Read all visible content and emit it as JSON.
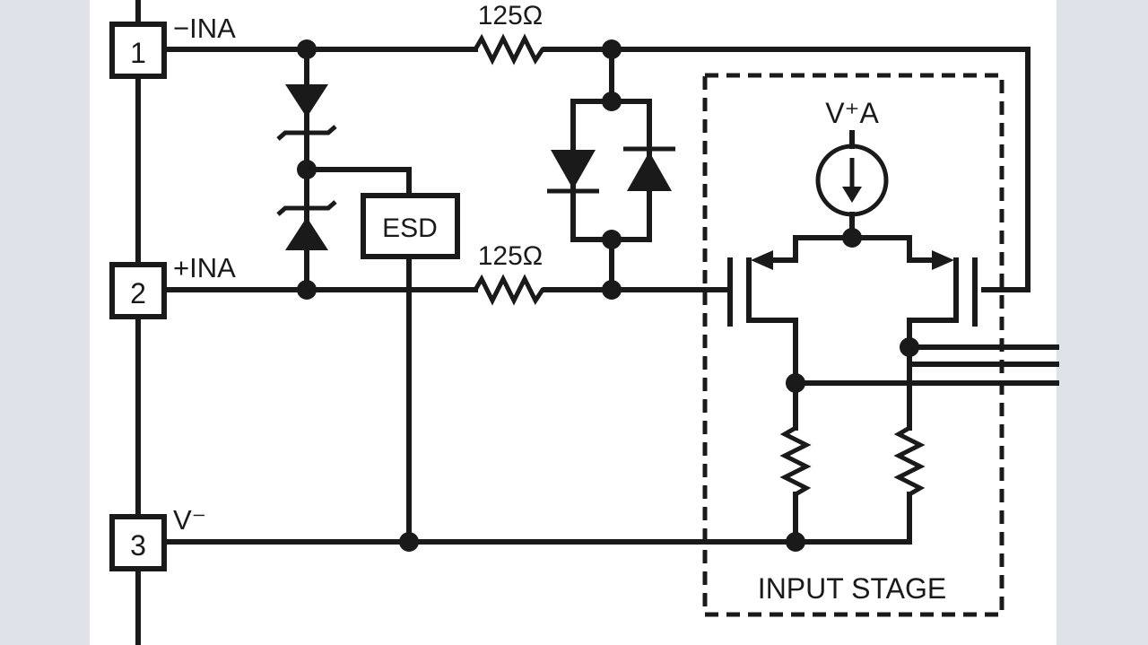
{
  "pins": [
    {
      "number": "1",
      "label": "−INA"
    },
    {
      "number": "2",
      "label": "+INA"
    },
    {
      "number": "3",
      "label": "V⁻"
    }
  ],
  "resistors": {
    "top": "125Ω",
    "bottom": "125Ω"
  },
  "esd_label": "ESD",
  "supply_label": "V⁺A",
  "input_stage_label": "INPUT STAGE",
  "colors": {
    "background": "#dfe2e8",
    "paper": "#ffffff",
    "ink": "#1a1a1a"
  }
}
